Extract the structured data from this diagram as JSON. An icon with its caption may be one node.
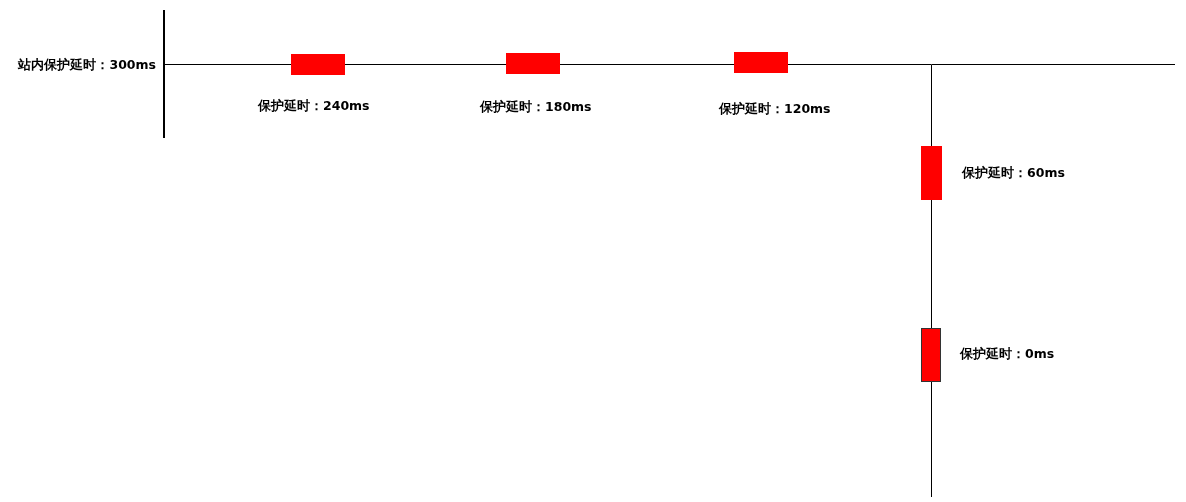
{
  "diagram": {
    "nodes": [
      {
        "text": [],
        "shape": "bar",
        "beside": [
          "站内保护延时：300ms"
        ]
      },
      {
        "text": [],
        "shape": "box",
        "beside": [
          "保护延时：240ms"
        ]
      },
      {
        "text": [],
        "shape": "box",
        "beside": [
          "保护延时：180ms"
        ]
      },
      {
        "text": [],
        "shape": "box",
        "beside": [
          "保护延时：120ms"
        ]
      },
      {
        "text": [],
        "shape": "box",
        "beside": [
          "保护延时：60ms"
        ]
      },
      {
        "text": [],
        "shape": "box",
        "beside": [
          "保护延时：0ms"
        ]
      }
    ],
    "edges": [
      {
        "from": 0,
        "to": 1,
        "arrow": "none"
      },
      {
        "from": 1,
        "to": 2,
        "arrow": "none"
      },
      {
        "from": 2,
        "to": 3,
        "arrow": "none"
      },
      {
        "from": 3,
        "to": 4,
        "arrow": "none"
      },
      {
        "from": 4,
        "to": 5,
        "arrow": "none"
      },
      {
        "from": 5,
        "to": null,
        "arrow": "none"
      }
    ]
  }
}
